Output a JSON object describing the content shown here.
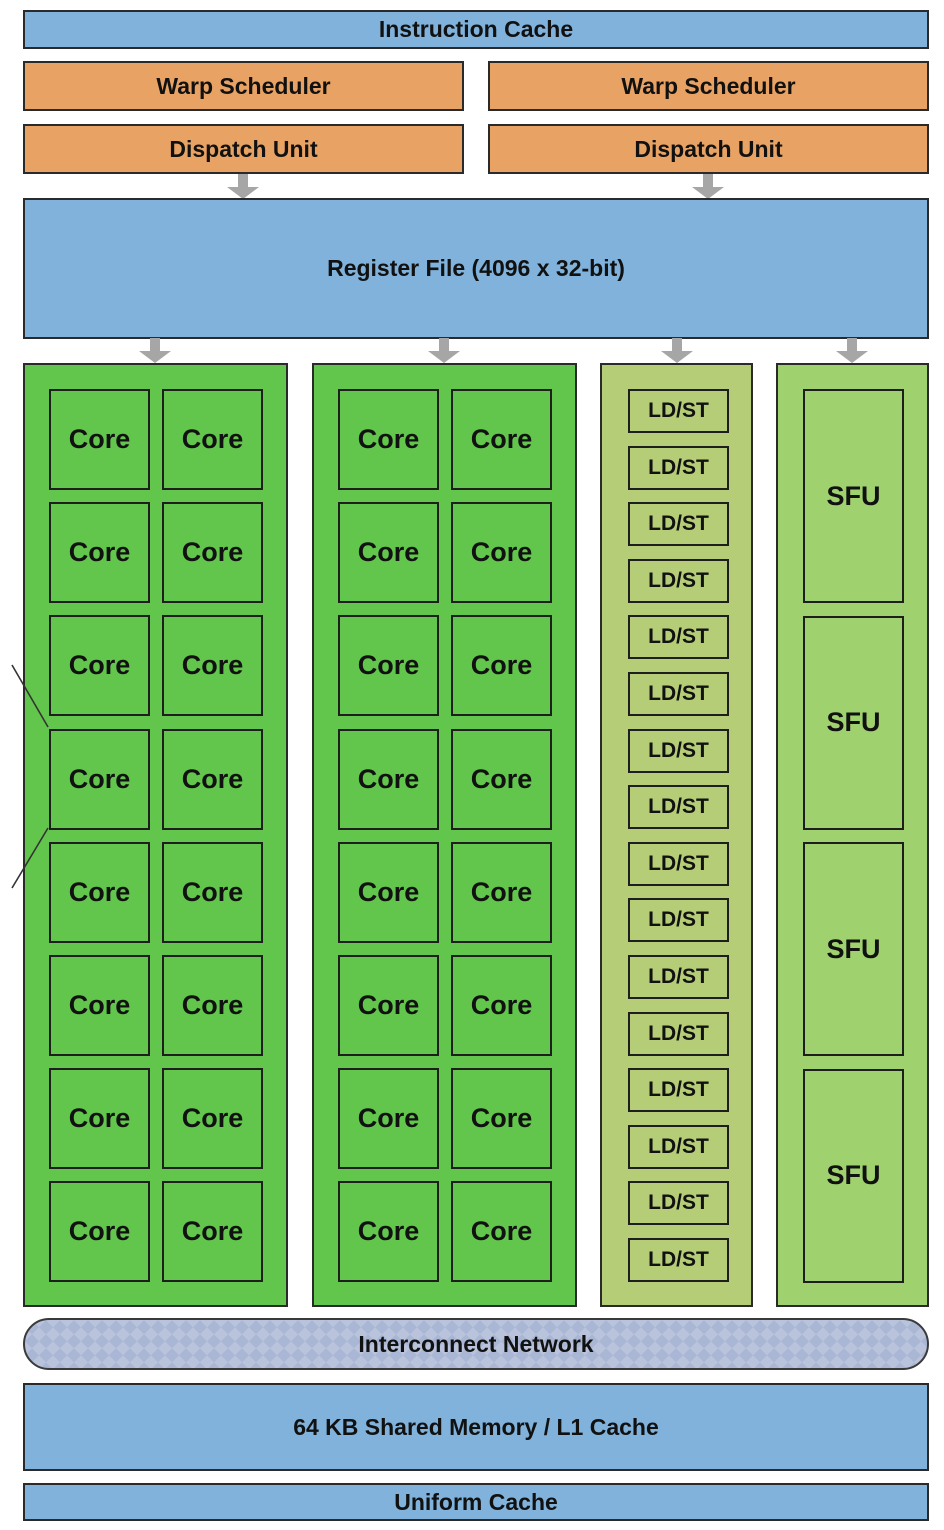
{
  "diagram": {
    "instruction_cache": "Instruction Cache",
    "warp_schedulers": [
      "Warp Scheduler",
      "Warp Scheduler"
    ],
    "dispatch_units": [
      "Dispatch Unit",
      "Dispatch Unit"
    ],
    "register_file": "Register File (4096 x 32-bit)",
    "core_label": "Core",
    "ldst_label": "LD/ST",
    "sfu_label": "SFU",
    "core_groups": 2,
    "cores_per_group": 16,
    "ldst_units": 16,
    "sfu_units": 4,
    "interconnect": "Interconnect Network",
    "shared_memory": "64 KB Shared Memory / L1 Cache",
    "uniform_cache": "Uniform Cache",
    "colors": {
      "cache_blue": "#80b2db",
      "scheduler_orange": "#e8a364",
      "core_green": "#62c54c",
      "ldst_green": "#b6cd77",
      "sfu_green": "#9fd16f",
      "interconnect": "#a9b6d4",
      "arrow_gray": "#a6a6a6"
    }
  }
}
